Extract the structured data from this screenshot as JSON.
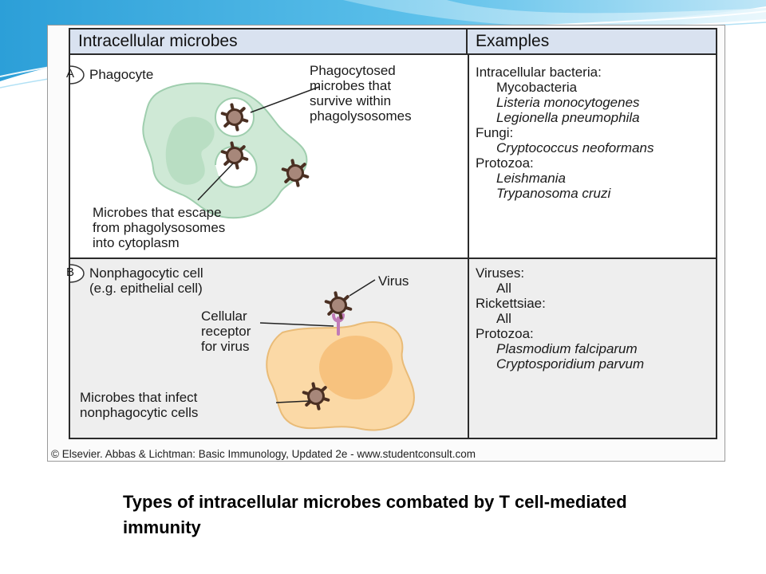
{
  "header": {
    "left": "Intracellular microbes",
    "right": "Examples"
  },
  "row_a": {
    "marker": "A",
    "title": "Phagocyte",
    "label_top": [
      "Phagocytosed",
      "microbes that",
      "survive within",
      "phagolysosomes"
    ],
    "label_bottom": [
      "Microbes that escape",
      "from phagolysosomes",
      "into cytoplasm"
    ],
    "examples": [
      {
        "text": "Intracellular bacteria:",
        "italic": false,
        "indent": false
      },
      {
        "text": "Mycobacteria",
        "italic": false,
        "indent": true
      },
      {
        "text": "Listeria monocytogenes",
        "italic": true,
        "indent": true
      },
      {
        "text": "Legionella pneumophila",
        "italic": true,
        "indent": true
      },
      {
        "text": "Fungi:",
        "italic": false,
        "indent": false
      },
      {
        "text": "Cryptococcus neoformans",
        "italic": true,
        "indent": true
      },
      {
        "text": "Protozoa:",
        "italic": false,
        "indent": false
      },
      {
        "text": "Leishmania",
        "italic": true,
        "indent": true
      },
      {
        "text": "Trypanosoma cruzi",
        "italic": true,
        "indent": true
      }
    ]
  },
  "row_b": {
    "marker": "B",
    "title": [
      "Nonphagocytic cell",
      "(e.g. epithelial cell)"
    ],
    "label_virus": "Virus",
    "label_receptor": [
      "Cellular",
      "receptor",
      "for virus"
    ],
    "label_infect": [
      "Microbes that infect",
      "nonphagocytic cells"
    ],
    "examples": [
      {
        "text": "Viruses:",
        "italic": false,
        "indent": false
      },
      {
        "text": "All",
        "italic": false,
        "indent": true
      },
      {
        "text": "Rickettsiae:",
        "italic": false,
        "indent": false
      },
      {
        "text": "All",
        "italic": false,
        "indent": true
      },
      {
        "text": "Protozoa:",
        "italic": false,
        "indent": false
      },
      {
        "text": "Plasmodium falciparum",
        "italic": true,
        "indent": true
      },
      {
        "text": "Cryptosporidium parvum",
        "italic": true,
        "indent": true
      }
    ]
  },
  "credit": "© Elsevier. Abbas & Lichtman: Basic Immunology, Updated 2e - www.studentconsult.com",
  "caption": "Types of intracellular microbes combated by T cell-mediated immunity",
  "colors": {
    "header_fill": "#d9e2f0",
    "phagocyte_fill": "#cfe9d6",
    "epithelial_fill": "#fbd9a6",
    "nucleus_phagocyte": "#b9dec3",
    "nucleus_epithelial": "#f7c27e",
    "microbe_core": "#a7877a",
    "microbe_ring": "#4a2f22"
  }
}
